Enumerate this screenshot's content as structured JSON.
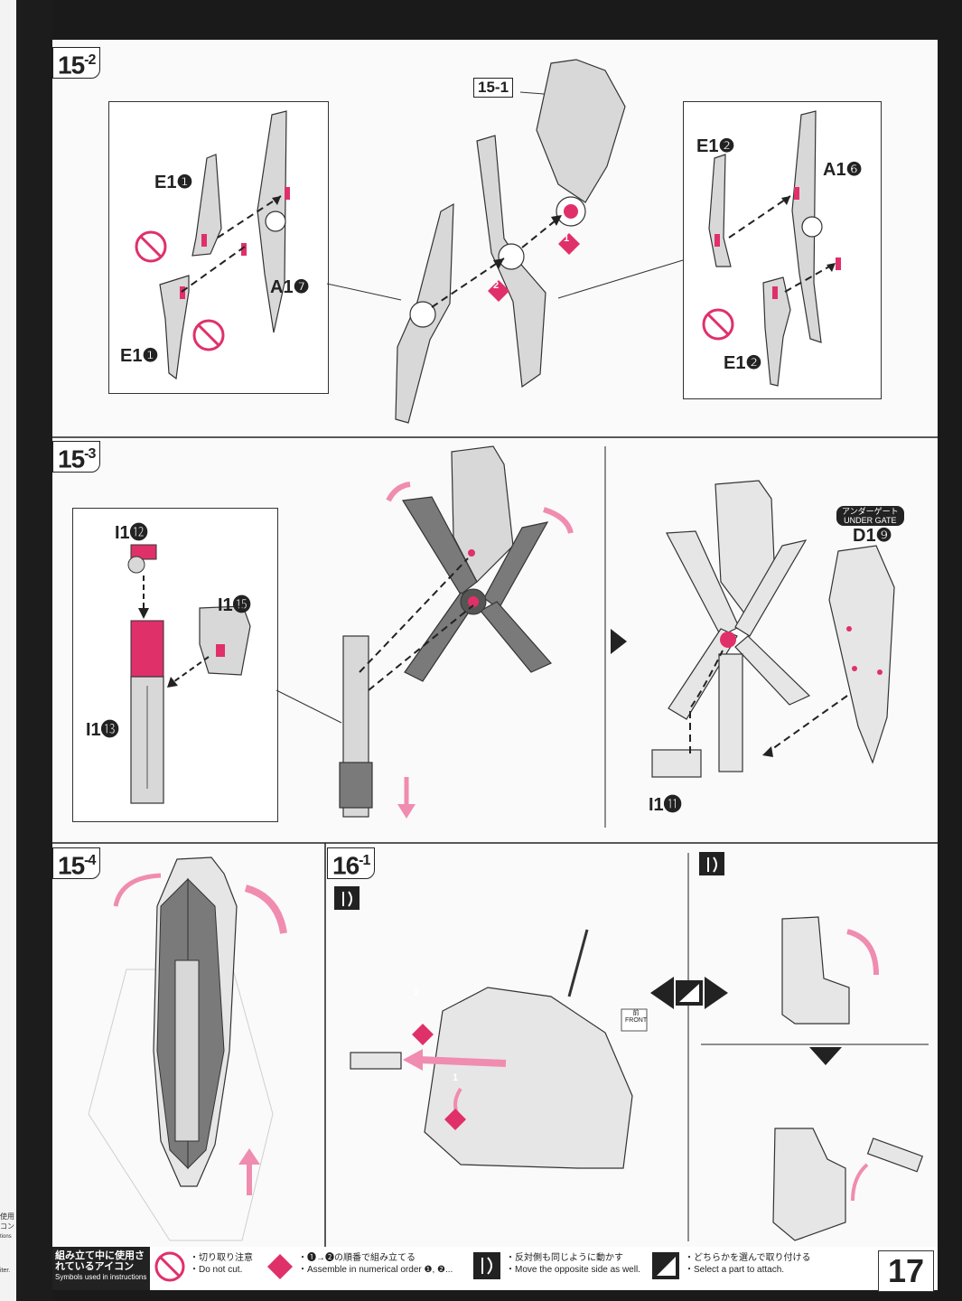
{
  "left_strip": {
    "frag1": "使用",
    "frag2": "コン",
    "frag3": "tions",
    "frag4": "iter."
  },
  "steps": {
    "s15_2": {
      "num": "15",
      "sub": "-2"
    },
    "s15_3": {
      "num": "15",
      "sub": "-3"
    },
    "s15_4": {
      "num": "15",
      "sub": "-4"
    },
    "s16_1": {
      "num": "16",
      "sub": "-1"
    }
  },
  "ref_15_1": "15-1",
  "labels": {
    "e1_1_top": "E1❶",
    "e1_1_bottom": "E1❶",
    "a1_7": "A1❼",
    "e1_2_top": "E1❷",
    "e1_2_bottom": "E1❷",
    "a1_6": "A1❻",
    "i1_12": "I1⓬",
    "i1_15": "I1⓯",
    "i1_13": "I1⓭",
    "i1_11": "I1⓫",
    "d1_9": "D1❾",
    "under_gate_jp": "アンダーゲート",
    "under_gate_en": "UNDER GATE",
    "front_jp": "前",
    "front_en": "FRONT",
    "num1": "1",
    "num2": "2"
  },
  "legend": {
    "title_jp": "組み立て中に使用されているアイコン",
    "title_en": "Symbols used in instructions",
    "cut_jp": "・切り取り注意",
    "cut_en": "・Do not cut.",
    "order_jp": "・❶→❷の順番で組み立てる",
    "order_en": "・Assemble in numerical order ❶, ❷...",
    "move_jp": "・反対側も同じように動かす",
    "move_en": "・Move the opposite side as well.",
    "select_jp": "・どちらかを選んで取り付ける",
    "select_en": "・Select a part to attach."
  },
  "page_number": "17",
  "colors": {
    "accent": "#e0306a",
    "line": "#222222",
    "part": "#d8d8d8",
    "dark_part": "#7a7a7a"
  }
}
